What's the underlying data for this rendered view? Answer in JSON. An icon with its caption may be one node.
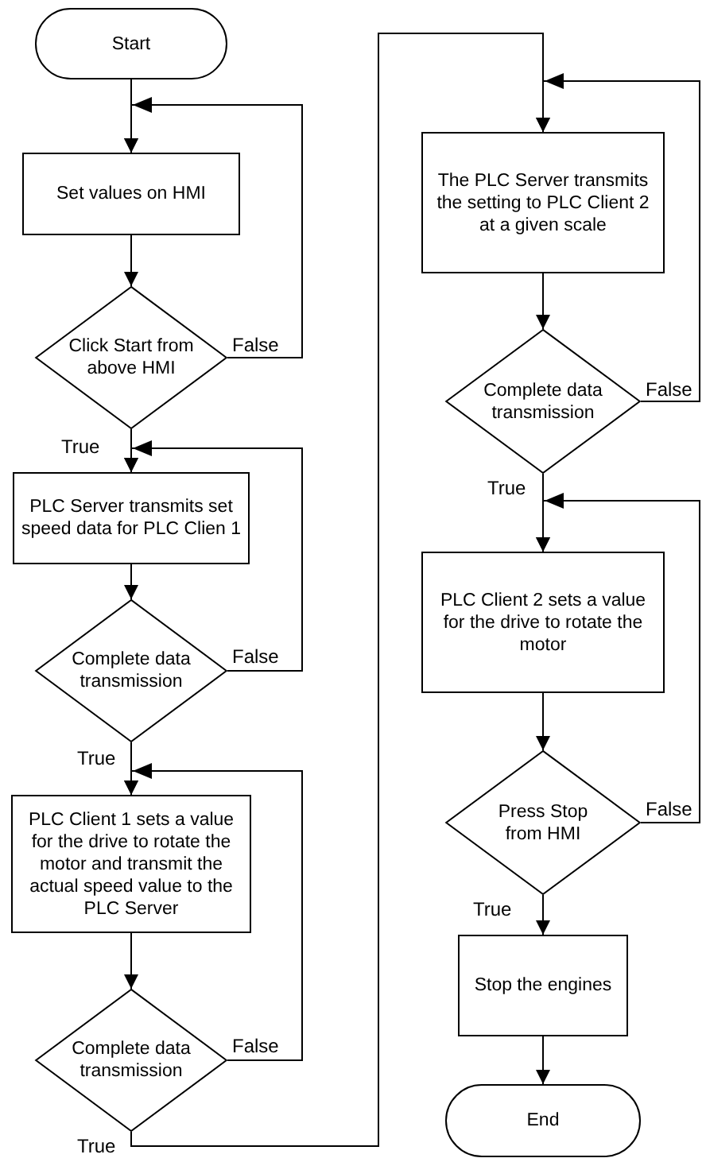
{
  "diagram": {
    "nodes": [
      {
        "text": [
          "Start"
        ]
      },
      {
        "text": [
          "Set values on HMI"
        ]
      },
      {
        "text": [
          "Click Start from above HMI"
        ]
      },
      {
        "text": [
          "PLC Server transmits set speed data for PLC Clien 1"
        ]
      },
      {
        "text": [
          "Complete data transmission"
        ]
      },
      {
        "text": [
          "PLC Client 1 sets a value for the drive to rotate the motor and transmit the actual speed value to the PLC Server"
        ]
      },
      {
        "text": [
          "Complete data transmission"
        ]
      },
      {
        "text": [
          "The PLC Server transmits the setting to PLC Client 2 at a given scale"
        ]
      },
      {
        "text": [
          "Complete data transmission"
        ]
      },
      {
        "text": [
          "PLC Client 2 sets a value for the drive to rotate the motor"
        ]
      },
      {
        "text": [
          "Press Stop from HMI"
        ]
      },
      {
        "text": [
          "Stop the engines"
        ]
      },
      {
        "text": [
          "End"
        ]
      }
    ],
    "edges": [
      {
        "from": 0,
        "to": 1,
        "arrow": "to"
      },
      {
        "from": 1,
        "to": 2,
        "arrow": "to"
      },
      {
        "from": 2,
        "to": 1,
        "arrow": "to",
        "label": "False"
      },
      {
        "from": 2,
        "to": 3,
        "arrow": "to",
        "label": "True"
      },
      {
        "from": 3,
        "to": 4,
        "arrow": "to"
      },
      {
        "from": 4,
        "to": 3,
        "arrow": "to",
        "label": "False"
      },
      {
        "from": 4,
        "to": 5,
        "arrow": "to",
        "label": "True"
      },
      {
        "from": 5,
        "to": 6,
        "arrow": "to"
      },
      {
        "from": 6,
        "to": 5,
        "arrow": "to",
        "label": "False"
      },
      {
        "from": 6,
        "to": 7,
        "arrow": "to",
        "label": "True"
      },
      {
        "from": 7,
        "to": 8,
        "arrow": "to"
      },
      {
        "from": 8,
        "to": 7,
        "arrow": "to",
        "label": "False"
      },
      {
        "from": 8,
        "to": 9,
        "arrow": "to",
        "label": "True"
      },
      {
        "from": 9,
        "to": 10,
        "arrow": "to"
      },
      {
        "from": 10,
        "to": 9,
        "arrow": "to",
        "label": "False"
      },
      {
        "from": 10,
        "to": 11,
        "arrow": "to",
        "label": "True"
      },
      {
        "from": 11,
        "to": 12,
        "arrow": "to"
      }
    ]
  }
}
